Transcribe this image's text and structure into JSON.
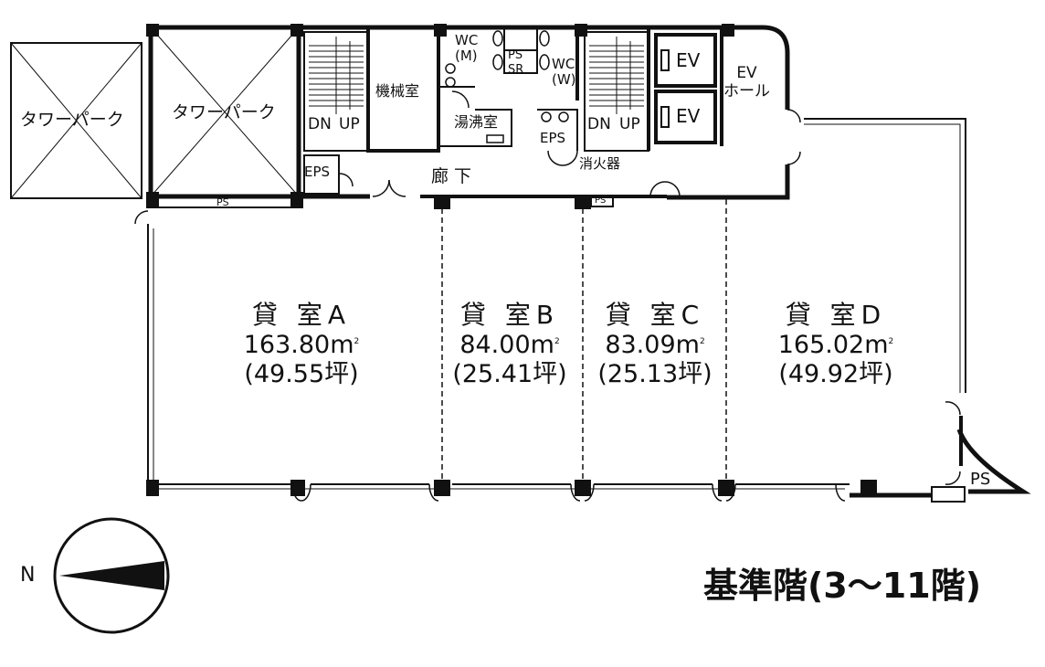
{
  "title": "基準階(3〜11階)",
  "compass": {
    "label": "N"
  },
  "tower_parks": [
    "タワーパーク",
    "タワーパーク"
  ],
  "service": {
    "ps": "PS",
    "eps_left": "EPS",
    "dn": "DN",
    "up": "UP",
    "machine_room": "機械室",
    "wc_m": "WC\n(M)",
    "wc_w": "WC\n(W)",
    "ps_small": "PS",
    "sr": "SR",
    "kitchen": "湯沸室",
    "eps_mid": "EPS",
    "dn2": "DN",
    "up2": "UP",
    "fire_ext": "消火器",
    "ev1": "EV",
    "ev2": "EV",
    "ev_hall": "EV\nホール",
    "corridor": "廊 下",
    "ps_bottom": "PS",
    "ps_right": "PS"
  },
  "rooms": [
    {
      "name": "貸 室A",
      "area": "163.80m",
      "tsubo": "(49.55坪)"
    },
    {
      "name": "貸 室B",
      "area": "84.00m",
      "tsubo": "(25.41坪)"
    },
    {
      "name": "貸 室C",
      "area": "83.09m",
      "tsubo": "(25.13坪)"
    },
    {
      "name": "貸 室D",
      "area": "165.02m",
      "tsubo": "(49.92坪)"
    }
  ],
  "area_unit_sup": "2"
}
